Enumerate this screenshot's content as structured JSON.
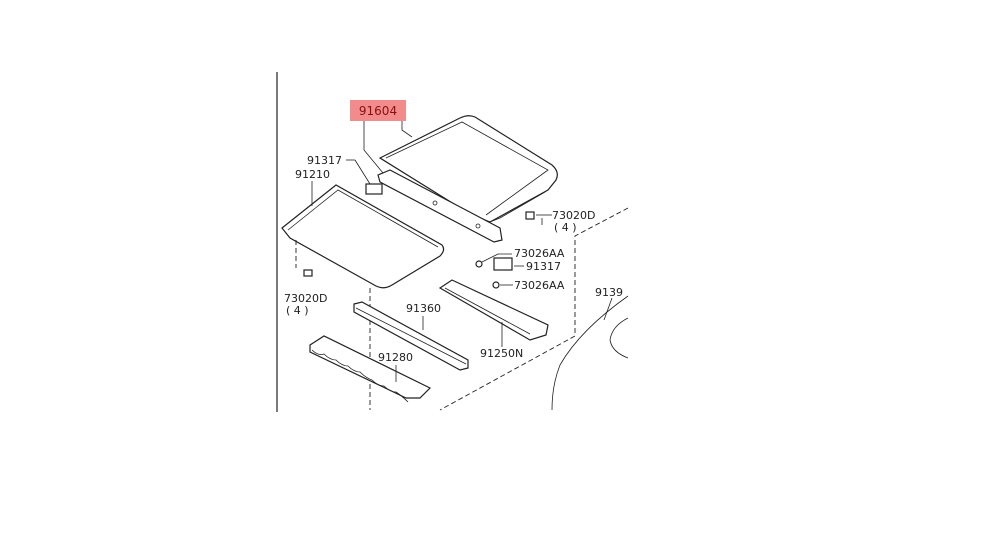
{
  "diagram": {
    "highlight_color": "#f28b8b",
    "highlighted_part": "91604",
    "labels": {
      "p91604": "91604",
      "p91317a": "91317",
      "p91210": "91210",
      "p73020d_a": "73020D",
      "p73020d_a_qty": "( 4 )",
      "p73020d_b": "73020D",
      "p73020d_b_qty": "( 4 )",
      "p73026aa_a": "73026AA",
      "p91317b": "91317",
      "p73026aa_b": "73026AA",
      "p91360": "91360",
      "p91250n": "91250N",
      "p91280": "91280",
      "p9139x": "9139"
    }
  }
}
